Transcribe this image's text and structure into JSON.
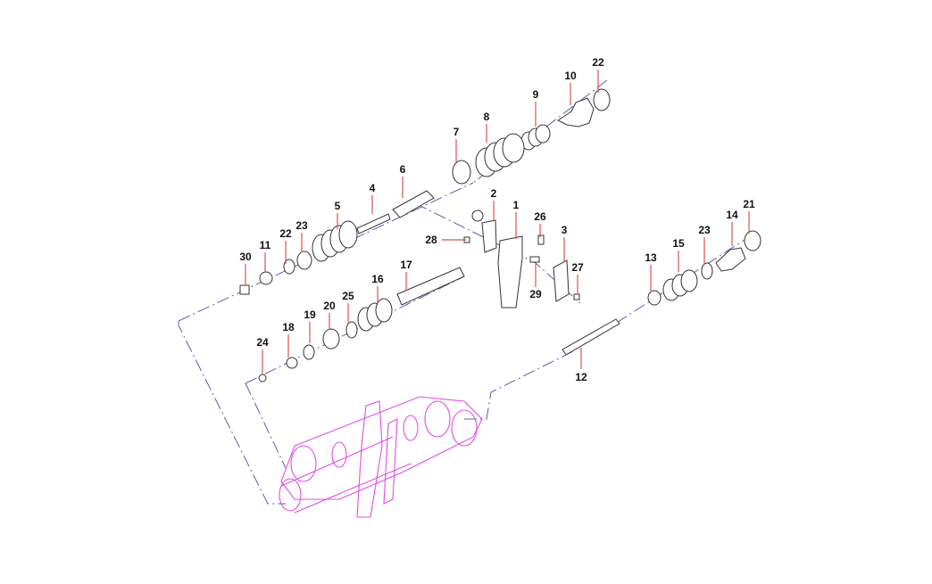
{
  "diagram": {
    "title": "Gear shift control valve assembly – exploded view",
    "callouts": [
      "1",
      "2",
      "3",
      "4",
      "5",
      "6",
      "7",
      "8",
      "9",
      "10",
      "11",
      "12",
      "13",
      "14",
      "15",
      "16",
      "17",
      "18",
      "19",
      "20",
      "21",
      "22",
      "22",
      "23",
      "23",
      "24",
      "25",
      "26",
      "27",
      "28",
      "29",
      "30"
    ],
    "colors": {
      "assembly": "#e14ce6",
      "axis": "#5b5fa8",
      "leader": "#d9534f"
    }
  }
}
